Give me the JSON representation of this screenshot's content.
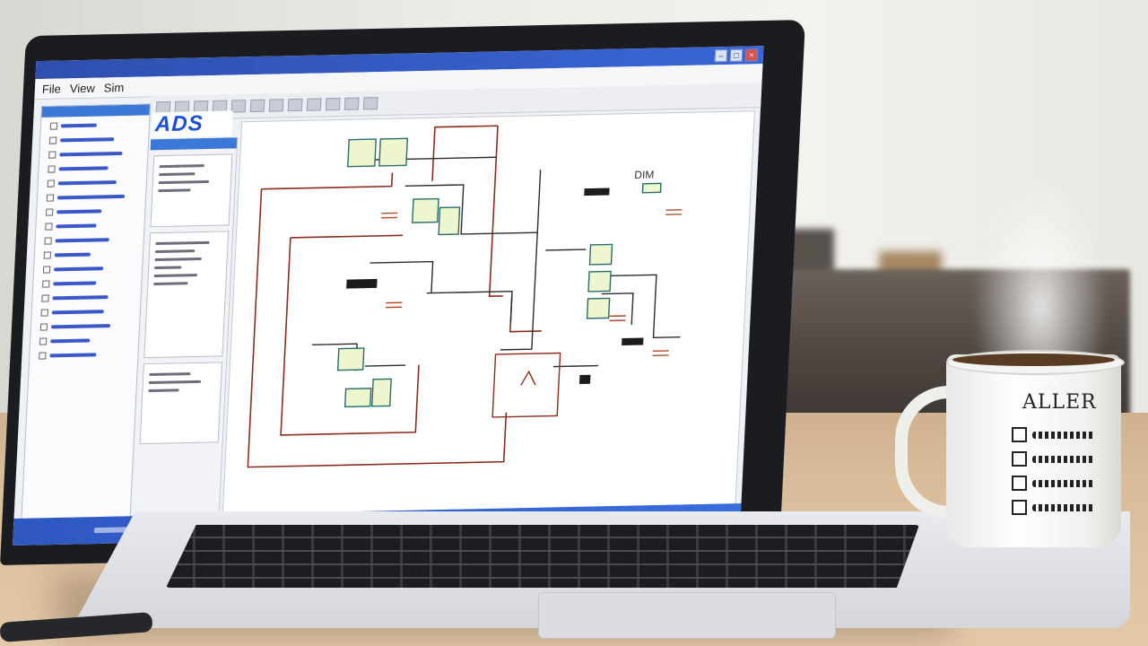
{
  "app": {
    "logo": "ADS",
    "menu": [
      "File",
      "View",
      "Sim"
    ],
    "window_buttons": [
      "minimize-icon",
      "maximize-icon",
      "close-icon"
    ]
  },
  "schematic": {
    "labels": [
      "DIM"
    ]
  },
  "mug": {
    "label": "ALLER",
    "checklist_count": 4
  },
  "colors": {
    "title_bar": "#3966d6",
    "wire": "#8b2c1f",
    "component": "#2b6b6b",
    "logo": "#1e4fd8"
  }
}
